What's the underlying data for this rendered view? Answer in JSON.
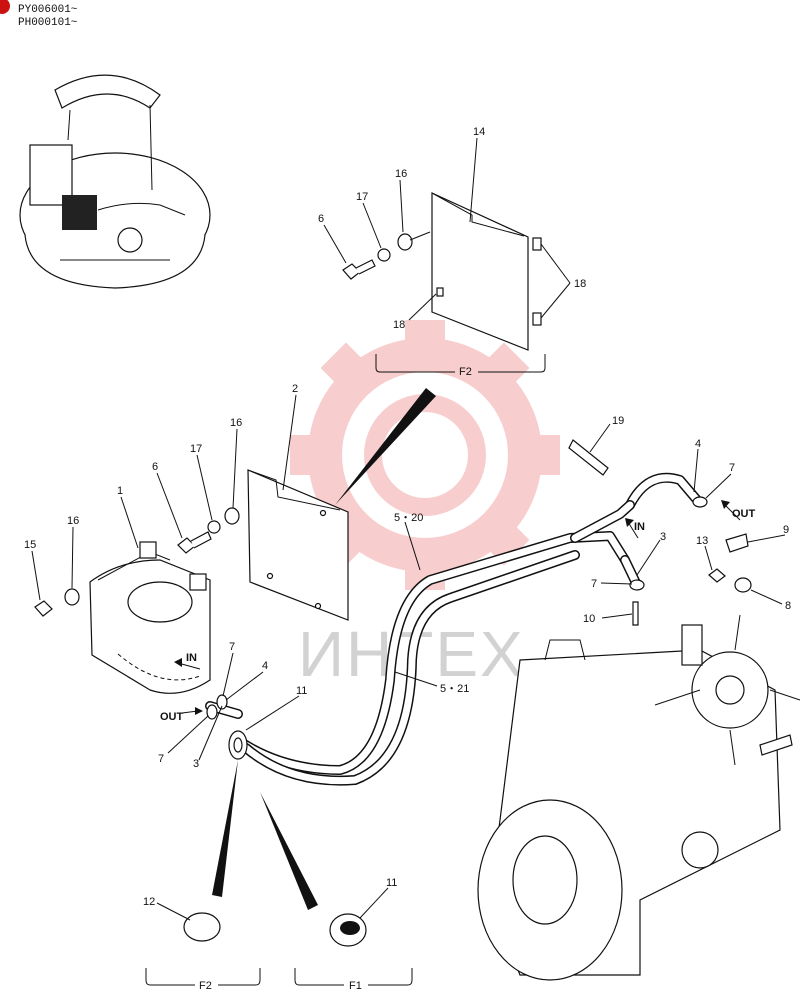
{
  "serial_numbers": [
    "PY006001~",
    "PH000101~"
  ],
  "watermark": "ИНТЕХ",
  "callouts": {
    "n14": "14",
    "n16a": "16",
    "n17a": "17",
    "n6a": "6",
    "n18a": "18",
    "n18b": "18",
    "n2": "2",
    "n16b": "16",
    "n17b": "17",
    "n6b": "6",
    "n1": "1",
    "n16c": "16",
    "n15": "15",
    "n19": "19",
    "n4a": "4",
    "n7a": "7",
    "n9": "9",
    "n3a": "3",
    "n13": "13",
    "n7b": "7",
    "n8": "8",
    "n10": "10",
    "n520": "5・20",
    "n521": "5・21",
    "n11a": "11",
    "n4b": "4",
    "n7c": "7",
    "n7d": "7",
    "n3b": "3",
    "n12": "12",
    "n11b": "11"
  },
  "flow_labels": {
    "in_right": "IN",
    "out_right": "OUT",
    "in_left": "IN",
    "out_left": "OUT"
  },
  "detail_views": {
    "f2_top": "F2",
    "f2_bottom": "F2",
    "f1_bottom": "F1"
  }
}
